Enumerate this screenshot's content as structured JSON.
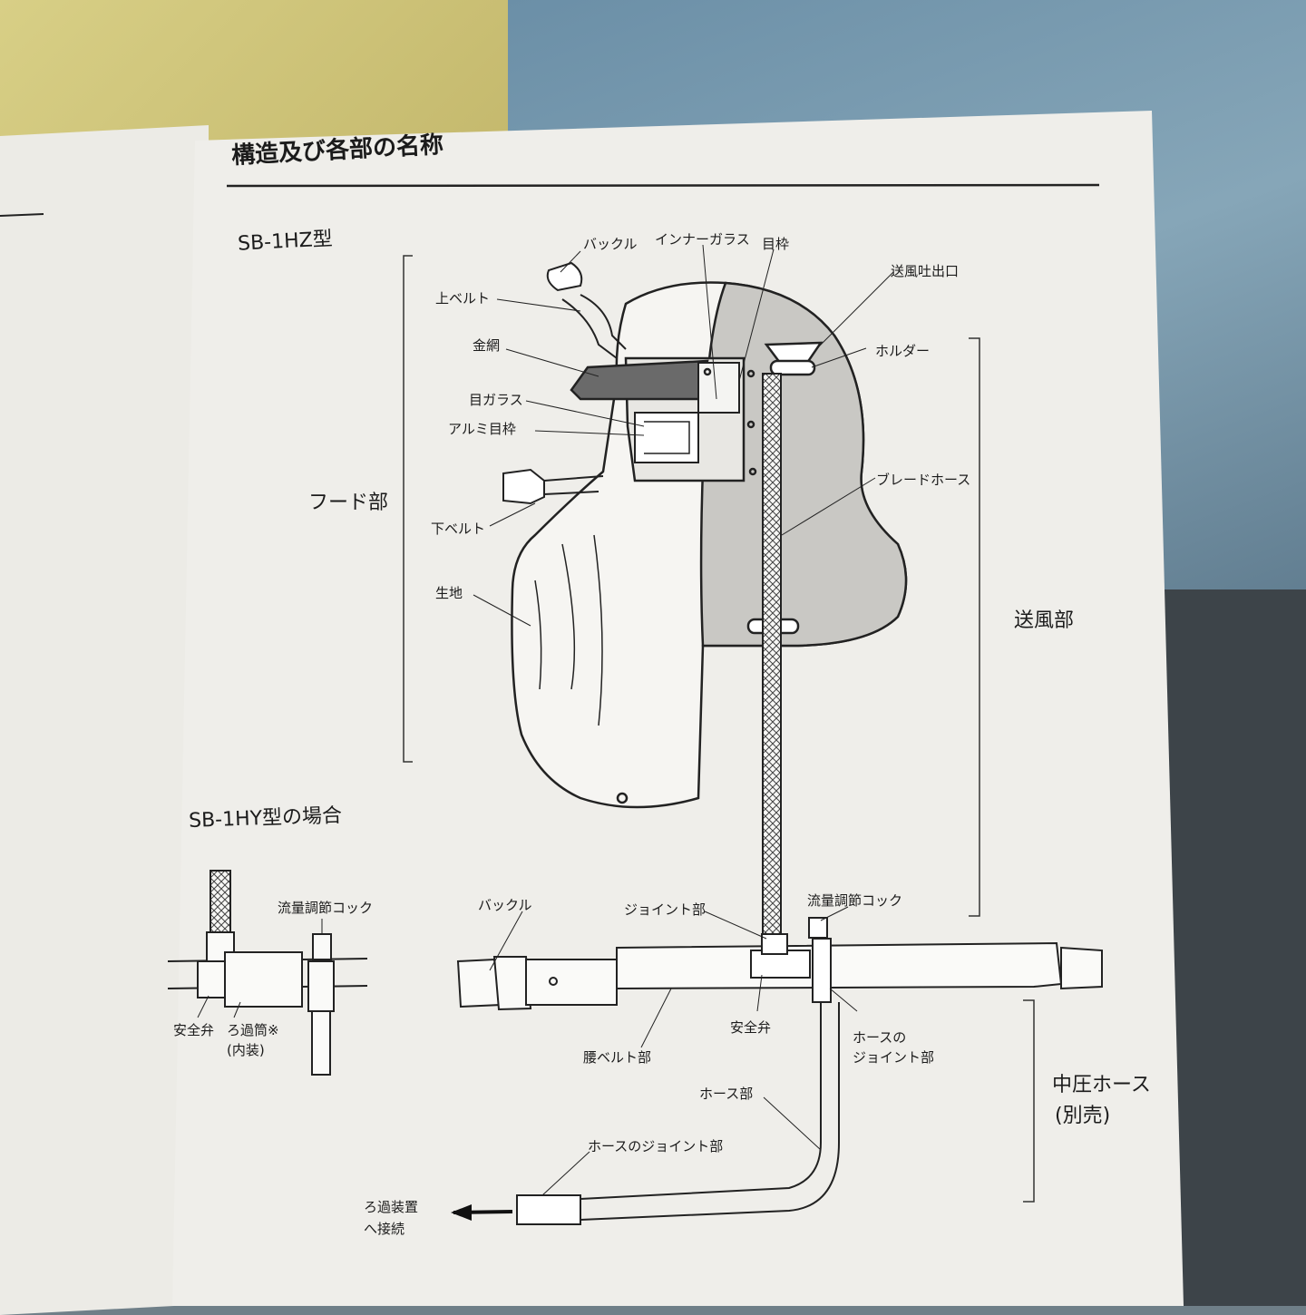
{
  "page": {
    "section_title": "構造及び各部の名称",
    "model_main": "SB-1HZ型",
    "model_alt": "SB-1HY型の場合"
  },
  "hood_labels": {
    "buckle_top": "バックル",
    "inner_glass": "インナーガラス",
    "eye_frame": "目枠",
    "air_outlet": "送風吐出口",
    "upper_belt": "上ベルト",
    "wire_mesh": "金網",
    "holder": "ホルダー",
    "eye_glass": "目ガラス",
    "aluminum_eye_frame": "アルミ目枠",
    "braided_hose": "ブレードホース",
    "hood_section": "フード部",
    "lower_belt": "下ベルト",
    "fabric": "生地",
    "air_section": "送風部"
  },
  "bottom_labels": {
    "flow_cock_left": "流量調節コック",
    "safety_valve_left": "安全弁",
    "filter_cylinder_line1": "ろ過筒※",
    "filter_cylinder_line2": "(内装)",
    "buckle_bottom": "バックル",
    "joint_section": "ジョイント部",
    "flow_cock_right": "流量調節コック",
    "safety_valve_right": "安全弁",
    "hose_joint_line1": "ホースの",
    "hose_joint_line2": "ジョイント部",
    "waist_belt": "腰ベルト部",
    "hose_section": "ホース部",
    "medium_pressure_hose_line1": "中圧ホース",
    "medium_pressure_hose_line2": "(別売)",
    "hose_joint_bottom": "ホースのジョイント部",
    "connect_filter_line1": "ろ過装置",
    "connect_filter_line2": "へ接続"
  }
}
